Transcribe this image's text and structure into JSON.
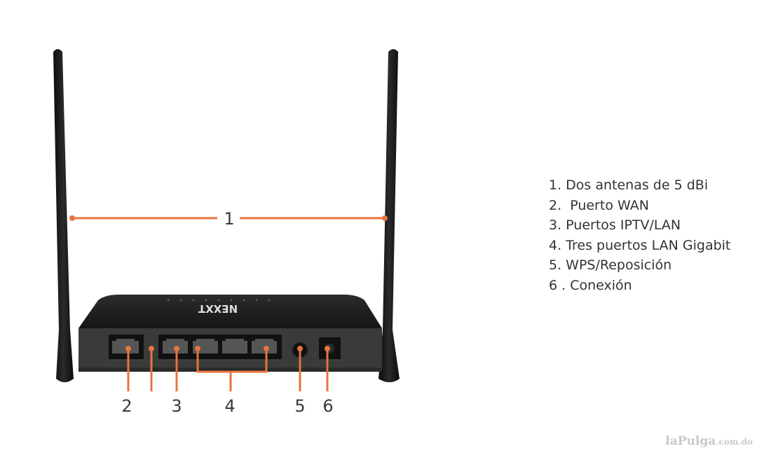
{
  "brand_logo": "NEXXT",
  "callouts": {
    "c1": "1",
    "c2": "2",
    "c3": "3",
    "c4": "4",
    "c5": "5",
    "c6": "6"
  },
  "legend": [
    "1. Dos antenas de 5 dBi",
    "2.  Puerto WAN",
    "3. Puertos IPTV/LAN",
    "4. Tres puertos LAN Gigabit",
    "5. WPS/Reposición",
    "6 . Conexión"
  ],
  "watermark": {
    "main": "laPulga",
    "suffix": ".com.do"
  },
  "colors": {
    "accent": "#e8743b",
    "router": "#1e1e1e",
    "panel": "#3b3b3b",
    "text": "#333333"
  }
}
